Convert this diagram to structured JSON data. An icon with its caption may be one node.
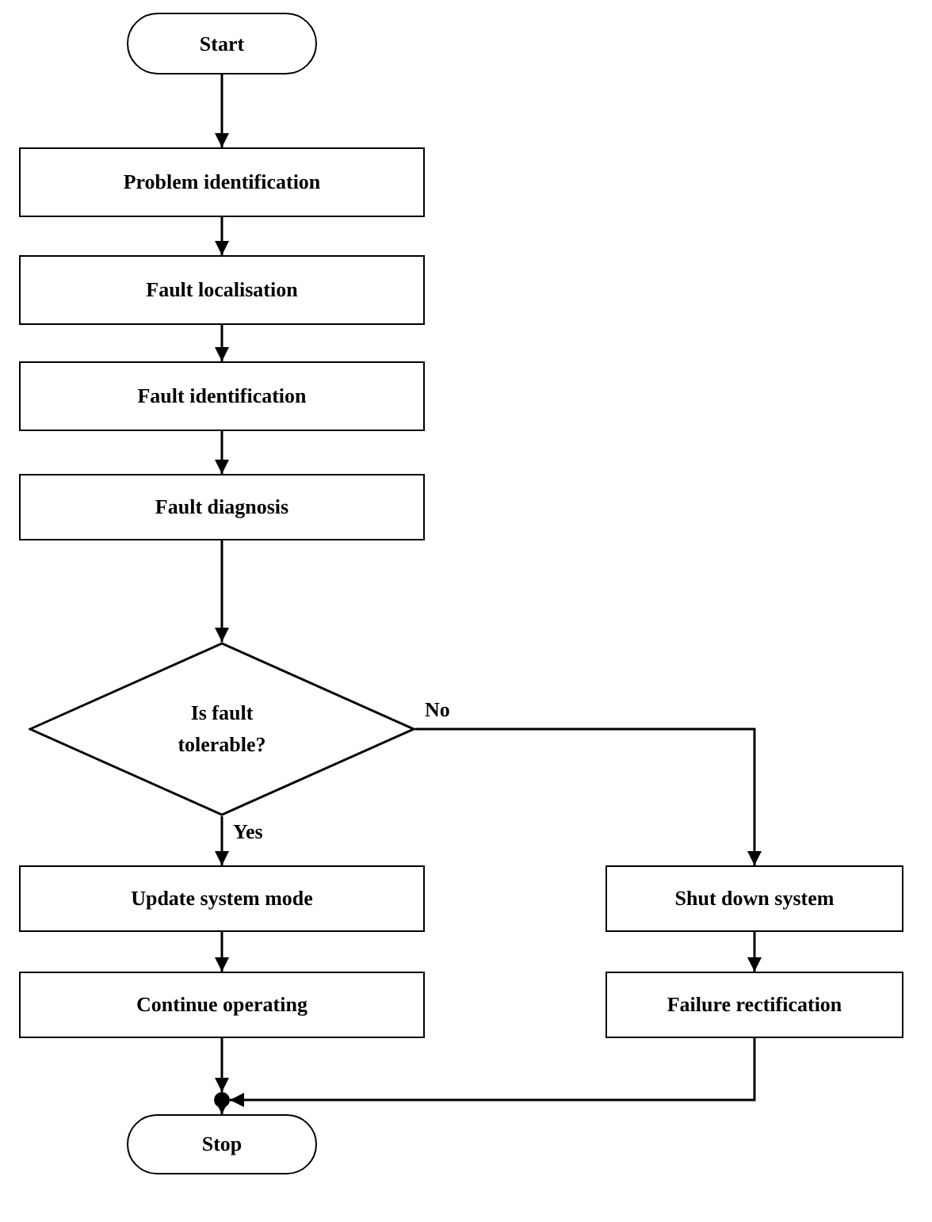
{
  "diagram": {
    "nodes": [
      {
        "text": [
          "Start"
        ]
      },
      {
        "text": [
          "Problem identification"
        ]
      },
      {
        "text": [
          "Fault localisation"
        ]
      },
      {
        "text": [
          "Fault identification"
        ]
      },
      {
        "text": [
          "Fault diagnosis"
        ]
      },
      {
        "text": [
          "Is fault tolerable?"
        ]
      },
      {
        "text": [
          "Update system mode"
        ]
      },
      {
        "text": [
          "Continue operating"
        ]
      },
      {
        "text": [
          "Shut down system"
        ]
      },
      {
        "text": [
          "Failure rectification"
        ]
      },
      {
        "text": [],
        "shape": "circle"
      },
      {
        "text": [
          "Stop"
        ]
      }
    ],
    "edges": [
      {
        "from": 0,
        "to": 1,
        "arrow": "to"
      },
      {
        "from": 1,
        "to": 2,
        "arrow": "to"
      },
      {
        "from": 2,
        "to": 3,
        "arrow": "to"
      },
      {
        "from": 3,
        "to": 4,
        "arrow": "to"
      },
      {
        "from": 4,
        "to": 5,
        "arrow": "to"
      },
      {
        "from": 5,
        "to": 6,
        "label": "Yes",
        "arrow": "to"
      },
      {
        "from": 5,
        "to": 8,
        "label": "No",
        "arrow": "to"
      },
      {
        "from": 6,
        "to": 7,
        "arrow": "to"
      },
      {
        "from": 8,
        "to": 9,
        "arrow": "to"
      },
      {
        "from": 7,
        "to": 10,
        "arrow": "to"
      },
      {
        "from": 9,
        "to": 10,
        "arrow": "to"
      },
      {
        "from": 10,
        "to": 11,
        "arrow": "to"
      }
    ]
  }
}
